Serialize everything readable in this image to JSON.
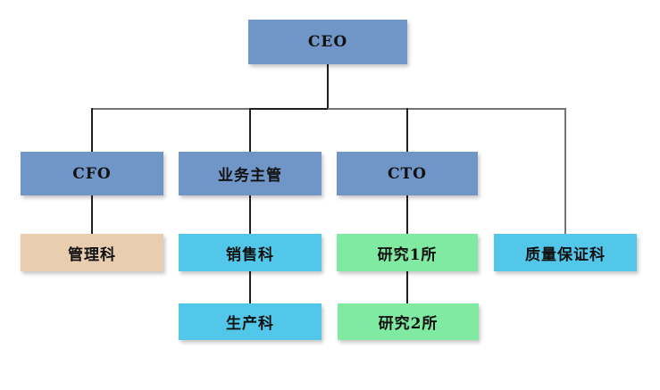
{
  "diagram": {
    "type": "org-chart",
    "background": "#ffffff",
    "colors": {
      "executive_blue": "#7096C8",
      "admin_tan": "#E8CDAF",
      "operations_cyan": "#53C7E9",
      "research_green": "#80E9A2",
      "connector_dark": "#1f1f1f",
      "connector_gray": "#757575",
      "text": "#111111"
    },
    "nodes": {
      "ceo": {
        "label": "CEO",
        "fill": "#7096C8",
        "level": 1
      },
      "cfo": {
        "label": "CFO",
        "fill": "#7096C8",
        "level": 2
      },
      "biz": {
        "label": "业务主管",
        "fill": "#7096C8",
        "level": 2
      },
      "cto": {
        "label": "CTO",
        "fill": "#7096C8",
        "level": 2
      },
      "mgmt": {
        "label": "管理科",
        "fill": "#E8CDAF",
        "level": 3
      },
      "sales": {
        "label": "销售科",
        "fill": "#53C7E9",
        "level": 3
      },
      "res1": {
        "label": "研究1所",
        "fill": "#80E9A2",
        "level": 3
      },
      "qa": {
        "label": "质量保证科",
        "fill": "#53C7E9",
        "level": 3
      },
      "prod": {
        "label": "生产科",
        "fill": "#53C7E9",
        "level": 4
      },
      "res2": {
        "label": "研究2所",
        "fill": "#80E9A2",
        "level": 4
      }
    },
    "edges": [
      {
        "from": "CEO",
        "to": "CFO"
      },
      {
        "from": "CEO",
        "to": "业务主管"
      },
      {
        "from": "CEO",
        "to": "CTO"
      },
      {
        "from": "CEO",
        "to": "质量保证科"
      },
      {
        "from": "CFO",
        "to": "管理科"
      },
      {
        "from": "业务主管",
        "to": "销售科"
      },
      {
        "from": "销售科",
        "to": "生产科"
      },
      {
        "from": "CTO",
        "to": "研究1所"
      },
      {
        "from": "研究1所",
        "to": "研究2所"
      }
    ]
  }
}
